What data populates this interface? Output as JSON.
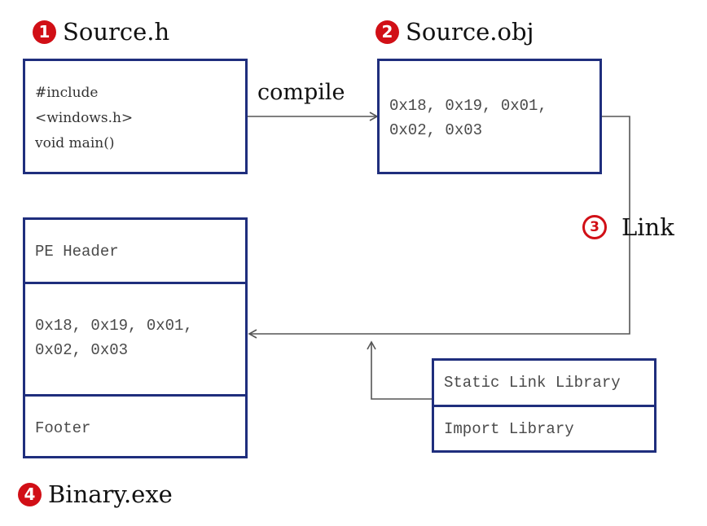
{
  "steps": {
    "source_h": {
      "num": "1",
      "label": "Source.h"
    },
    "source_obj": {
      "num": "2",
      "label": "Source.obj"
    },
    "link": {
      "num": "3",
      "label": "Link"
    },
    "binary": {
      "num": "4",
      "label": "Binary.exe"
    }
  },
  "edges": {
    "compile_label": "compile"
  },
  "source_h_box": {
    "lines": [
      "#include",
      "<windows.h>",
      "void main()"
    ]
  },
  "source_obj_box": {
    "lines": [
      "0x18, 0x19, 0x01,",
      "0x02, 0x03"
    ]
  },
  "binary_box": {
    "header": "PE Header",
    "body_lines": [
      "0x18, 0x19, 0x01,",
      "0x02, 0x03"
    ],
    "footer": "Footer"
  },
  "library_box": {
    "static_lib": "Static Link Library",
    "import_lib": "Import Library"
  },
  "colors": {
    "box_border": "#1f2e7d",
    "step_badge": "#d10f16",
    "arrow": "#555555"
  }
}
